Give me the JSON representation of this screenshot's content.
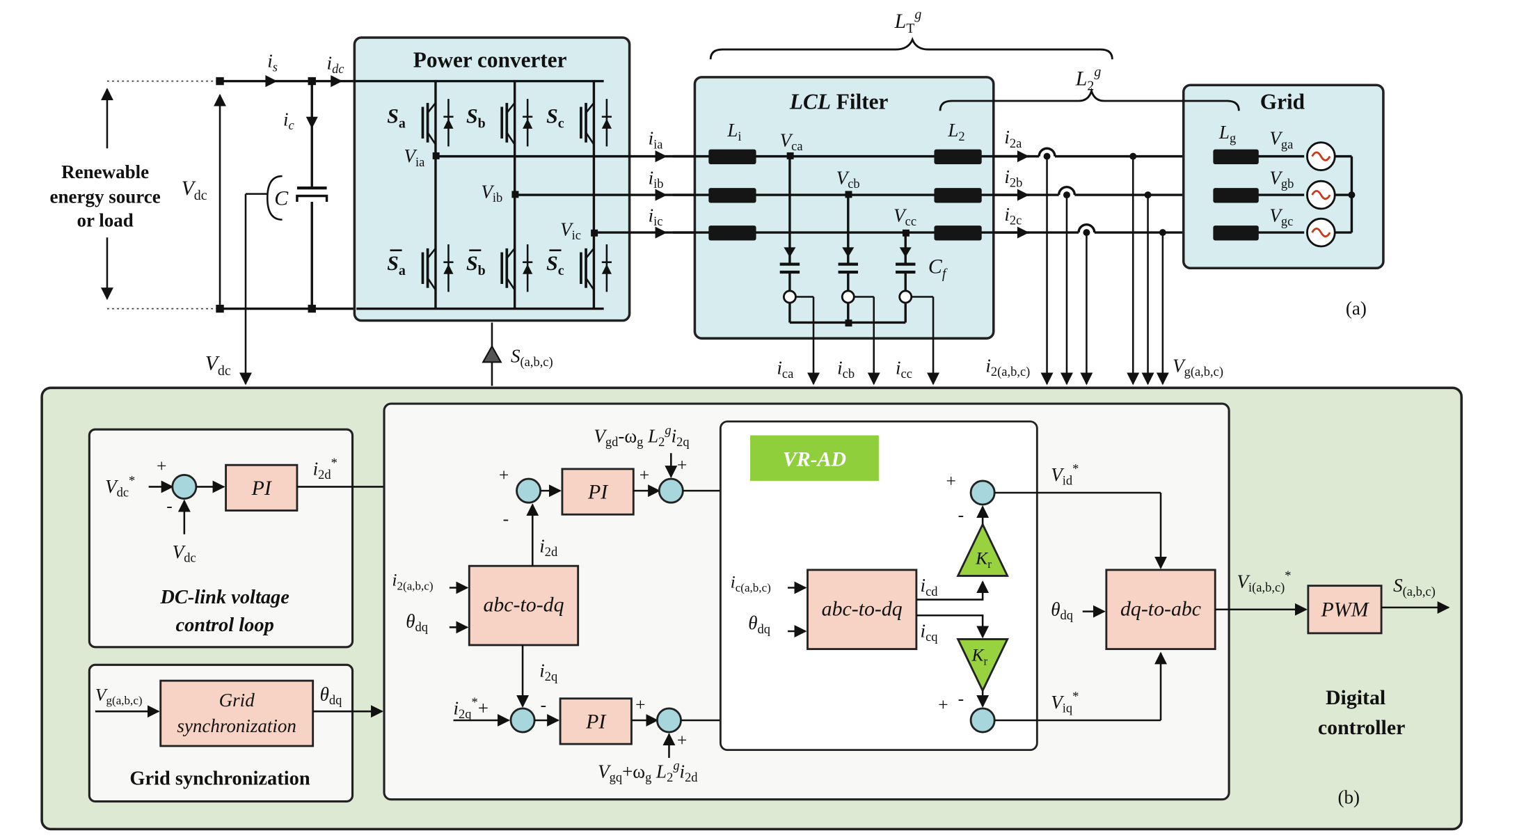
{
  "top": {
    "source_label": [
      "Renewable",
      "energy source",
      "or load"
    ],
    "vdc_label": "V",
    "vdc_sub": "dc",
    "cap_label": "C",
    "is_label": "i",
    "is_sub": "s",
    "idc_label": "i",
    "idc_sub": "dc",
    "ic_label": "i",
    "ic_sub": "c",
    "converter_title": "Power converter",
    "sw_a": "S",
    "sw_a_sub": "a",
    "sw_b": "S",
    "sw_b_sub": "b",
    "sw_c": "S",
    "sw_c_sub": "c",
    "via": "V",
    "via_sub": "ia",
    "vib": "V",
    "vib_sub": "ib",
    "vic": "V",
    "vic_sub": "ic",
    "filter_title_ital": "LCL",
    "filter_title_rest": " Filter",
    "li": "L",
    "li_sub": "i",
    "l2": "L",
    "l2_sub": "2",
    "lg": "L",
    "lg_sub": "g",
    "vca": "V",
    "vca_sub": "ca",
    "vcb": "V",
    "vcb_sub": "cb",
    "vcc": "V",
    "vcc_sub": "cc",
    "cf": "C",
    "cf_sub": "f",
    "iia": "i",
    "iia_sub": "ia",
    "iib": "i",
    "iib_sub": "ib",
    "iic": "i",
    "iic_sub": "ic",
    "i2a": "i",
    "i2a_sub": "2a",
    "i2b": "i",
    "i2b_sub": "2b",
    "i2c": "i",
    "i2c_sub": "2c",
    "grid_title": "Grid",
    "vga": "V",
    "vga_sub": "ga",
    "vgb": "V",
    "vgb_sub": "gb",
    "vgc": "V",
    "vgc_sub": "gc",
    "lt_brace": "L",
    "lt_sub": "T",
    "lt_sup": "g",
    "l2g_brace": "L",
    "l2g_sub": "2",
    "l2g_sup": "g",
    "label_a": "(a)",
    "ica": "i",
    "ica_sub": "ca",
    "icb": "i",
    "icb_sub": "cb",
    "icc": "i",
    "icc_sub": "cc",
    "i2abc": "i",
    "i2abc_sub": "2(a,b,c)",
    "vgabc": "V",
    "vgabc_sub": "g(a,b,c)",
    "vdc_meas": "V",
    "vdc_meas_sub": "dc",
    "sabc": "S",
    "sabc_sub": "(a,b,c)"
  },
  "controller": {
    "label_b": "(b)",
    "digital_label": [
      "Digital",
      "controller"
    ],
    "dclink": {
      "title": [
        "DC-link voltage",
        "control loop"
      ],
      "vdc_ref": "V",
      "vdc_ref_sub": "dc",
      "vdc_ref_sup": "*",
      "vdc_fb": "V",
      "vdc_fb_sub": "dc",
      "pi": "PI",
      "i2d_ref": "i",
      "i2d_ref_sub": "2d",
      "i2d_ref_sup": "*",
      "plus": "+",
      "minus": "-"
    },
    "gridsync": {
      "title": "Grid synchronization",
      "block": [
        "Grid",
        "synchronization"
      ],
      "input": "V",
      "input_sub": "g(a,b,c)",
      "output": "θ",
      "output_sub": "dq"
    },
    "current_loop": {
      "ff_d": "V",
      "ff_d_sub": "gd",
      "ff_d_rest": "-ω",
      "ff_d_rest_sub": "g",
      "ff_d_l": " L",
      "ff_d_l_sub": "2",
      "ff_d_l_sup": "g",
      "ff_d_i": "i",
      "ff_d_i_sub": "2q",
      "ff_q": "V",
      "ff_q_sub": "gq",
      "ff_q_rest": "+ω",
      "ff_q_rest_sub": "g",
      "ff_q_l": " L",
      "ff_q_l_sub": "2",
      "ff_q_l_sup": "g",
      "ff_q_i": "i",
      "ff_q_i_sub": "2d",
      "pi_d": "PI",
      "pi_q": "PI",
      "abc_dq": "abc-to-dq",
      "i2abc_in": "i",
      "i2abc_in_sub": "2(a,b,c)",
      "theta_in": "θ",
      "theta_in_sub": "dq",
      "i2d": "i",
      "i2d_sub": "2d",
      "i2q": "i",
      "i2q_sub": "2q",
      "i2q_ref": "i",
      "i2q_ref_sub": "2q",
      "i2q_ref_sup": "*"
    },
    "vrad": {
      "title": "VR-AD",
      "abc_dq": "abc-to-dq",
      "icabc": "i",
      "icabc_sub": "c(a,b,c)",
      "theta": "θ",
      "theta_sub": "dq",
      "icd": "i",
      "icd_sub": "cd",
      "icq": "i",
      "icq_sub": "cq",
      "kr1": "K",
      "kr1_sub": "r",
      "kr2": "K",
      "kr2_sub": "r"
    },
    "output": {
      "vid_ref": "V",
      "vid_ref_sub": "id",
      "vid_ref_sup": "*",
      "viq_ref": "V",
      "viq_ref_sub": "iq",
      "viq_ref_sup": "*",
      "dq_abc": "dq-to-abc",
      "theta": "θ",
      "theta_sub": "dq",
      "vi_abc": "V",
      "vi_abc_sub": "i(a,b,c)",
      "vi_abc_sup": "*",
      "pwm": "PWM",
      "s_out": "S",
      "s_out_sub": "(a,b,c)"
    }
  },
  "colors": {
    "panel_blue": "#d6ecef",
    "controller_green": "#dde9d3",
    "block_peach": "#f6d3c4",
    "sum_cyan": "#a7d7dc",
    "gain_green": "#98d33f",
    "vrad_badge": "#8fcf3c"
  }
}
